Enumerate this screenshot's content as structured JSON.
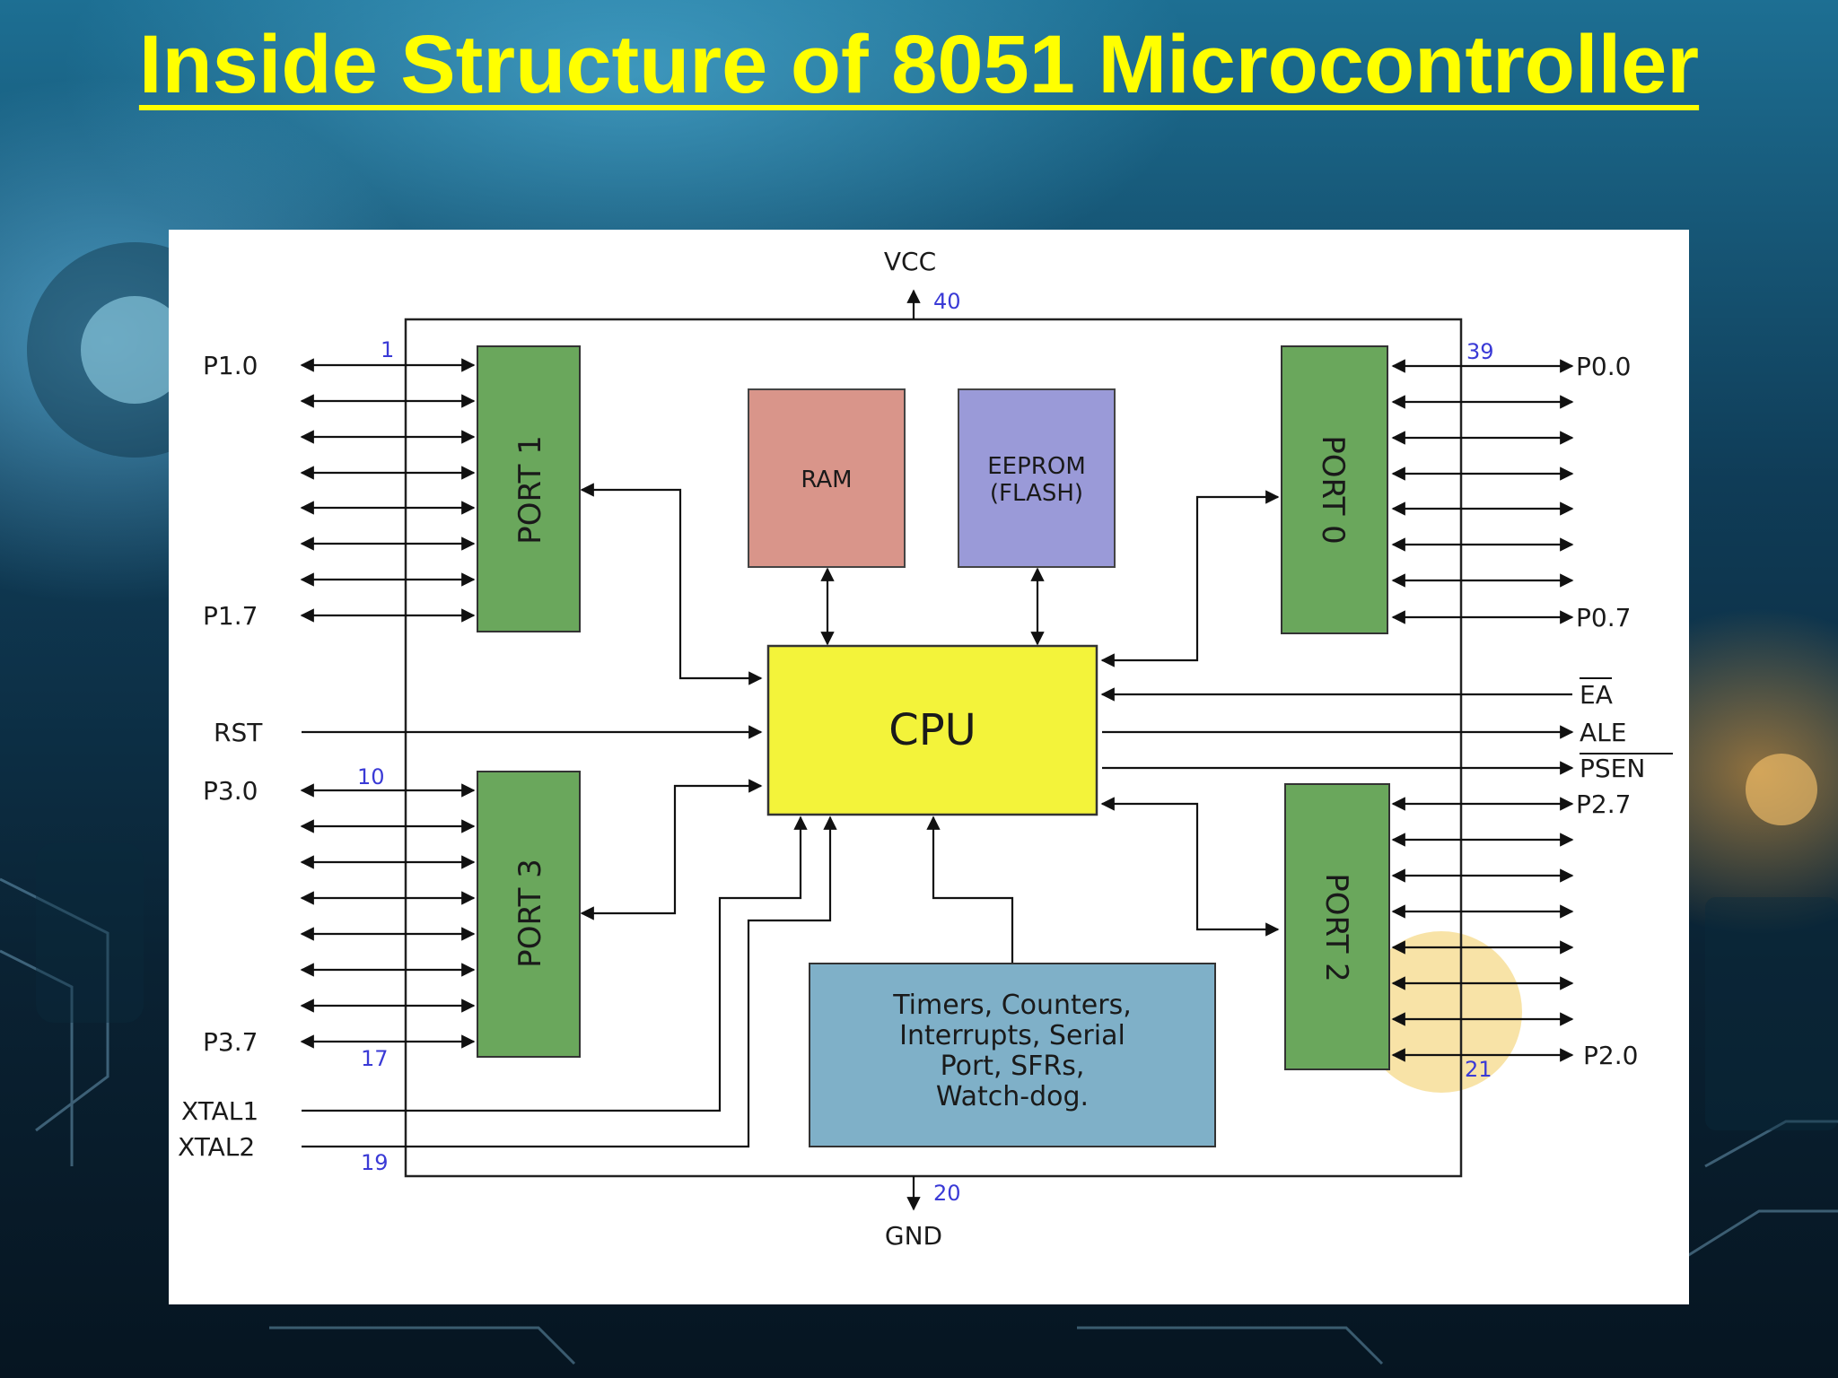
{
  "slide": {
    "title": "Inside Structure of 8051 Microcontroller"
  },
  "diagram": {
    "blocks": {
      "ram": "RAM",
      "eeprom_line1": "EEPROM",
      "eeprom_line2": "(FLASH)",
      "cpu": "CPU",
      "port0": "PORT 0",
      "port1": "PORT 1",
      "port2": "PORT 2",
      "port3": "PORT 3",
      "peripherals": [
        "Timers, Counters,",
        "Interrupts, Serial",
        "Port, SFRs,",
        "Watch-dog."
      ]
    },
    "pins": {
      "vcc": "VCC",
      "gnd": "GND",
      "p1_0": "P1.0",
      "p1_7": "P1.7",
      "rst": "RST",
      "p3_0": "P3.0",
      "p3_7": "P3.7",
      "xtal1": "XTAL1",
      "xtal2": "XTAL2",
      "p0_0": "P0.0",
      "p0_7": "P0.7",
      "ea": "EA",
      "ale": "ALE",
      "psen": "PSEN",
      "p2_7": "P2.7",
      "p2_0": "P2.0"
    },
    "pin_numbers": {
      "n1": "1",
      "n10": "10",
      "n17": "17",
      "n19": "19",
      "n39": "39",
      "n40": "40",
      "n20": "20",
      "n21": "21"
    },
    "colors": {
      "port": "#6aa75c",
      "ram": "#d9958a",
      "eeprom": "#9a9ad8",
      "cpu": "#f3f33a",
      "peripherals": "#7fb0c8",
      "highlight": "#f5d98a"
    }
  }
}
